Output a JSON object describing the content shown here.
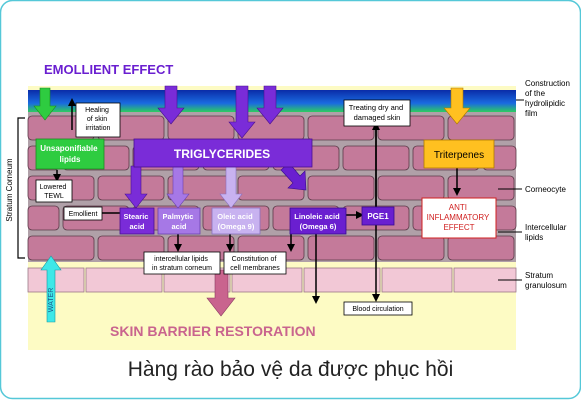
{
  "title": "EMOLLIENT EFFECT",
  "footer_title": "SKIN BARRIER RESTORATION",
  "caption": "Hàng rào bảo vệ da được phục hồi",
  "side_label": "Stratum Corneum",
  "right_labels": {
    "film": [
      "Construction",
      "of the",
      "hydrolipidic",
      "film"
    ],
    "corneocyte": "Corneocyte",
    "lipids": [
      "Intercellular",
      "lipids"
    ],
    "granulosum": [
      "Stratum",
      "granulosum"
    ]
  },
  "boxes": {
    "healing": [
      "Healing",
      "of skin",
      "irritation"
    ],
    "unsaponifiable": [
      "Unsaponifiable",
      "lipids"
    ],
    "triglycerides": "TRIGLYCERIDES",
    "treating": [
      "Treating dry and",
      "damaged skin"
    ],
    "triterpenes": "Triterpenes",
    "lowered": [
      "Lowered",
      "TEWL"
    ],
    "emollient": "Emollient",
    "stearic": [
      "Stearic",
      "acid"
    ],
    "palmytic": [
      "Palmytic",
      "acid"
    ],
    "oleic": [
      "Oleic acid",
      "(Omega 9)"
    ],
    "linoleic": [
      "Linoleic acid",
      "(Omega 6)"
    ],
    "pge1": "PGE1",
    "anti": [
      "ANTI",
      "INFLAMMATORY",
      "EFFECT"
    ],
    "intercellular": [
      "intercellular lipids",
      "in stratum corneum"
    ],
    "constitution": [
      "Constitution of",
      "cell membranes"
    ],
    "blood": "Blood circulation",
    "water": "WATER"
  },
  "colors": {
    "purple": "#7a2cd8",
    "brick": "#c47a9a",
    "mortar": "#b0a0a8",
    "granulosum": "#f2c8d6",
    "background": "#fdfbc4",
    "water": "#3ee8e8",
    "green": "#2ecc40",
    "orange": "#ffc020",
    "film": "#1a6ae0",
    "text_purple": "#6a1fd0",
    "text_pink": "#c9648e"
  }
}
